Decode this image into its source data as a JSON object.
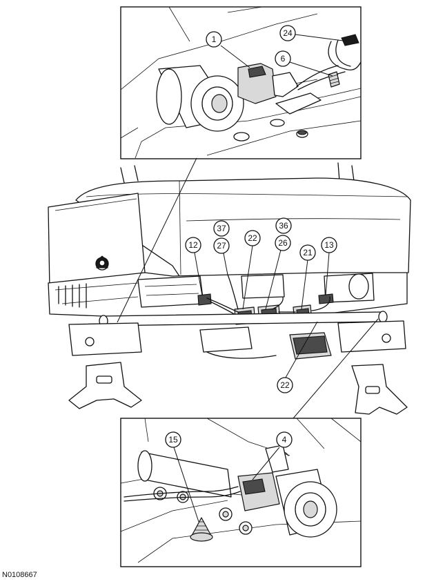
{
  "figure": {
    "code": "N0108667"
  },
  "callouts": [
    {
      "id": "c1",
      "label": "1"
    },
    {
      "id": "c24",
      "label": "24"
    },
    {
      "id": "c6",
      "label": "6"
    },
    {
      "id": "c37",
      "label": "37"
    },
    {
      "id": "c36",
      "label": "36"
    },
    {
      "id": "c12",
      "label": "12"
    },
    {
      "id": "c27",
      "label": "27"
    },
    {
      "id": "c22a",
      "label": "22"
    },
    {
      "id": "c26",
      "label": "26"
    },
    {
      "id": "c21",
      "label": "21"
    },
    {
      "id": "c13",
      "label": "13"
    },
    {
      "id": "c22b",
      "label": "22"
    },
    {
      "id": "c15",
      "label": "15"
    },
    {
      "id": "c4",
      "label": "4"
    }
  ]
}
